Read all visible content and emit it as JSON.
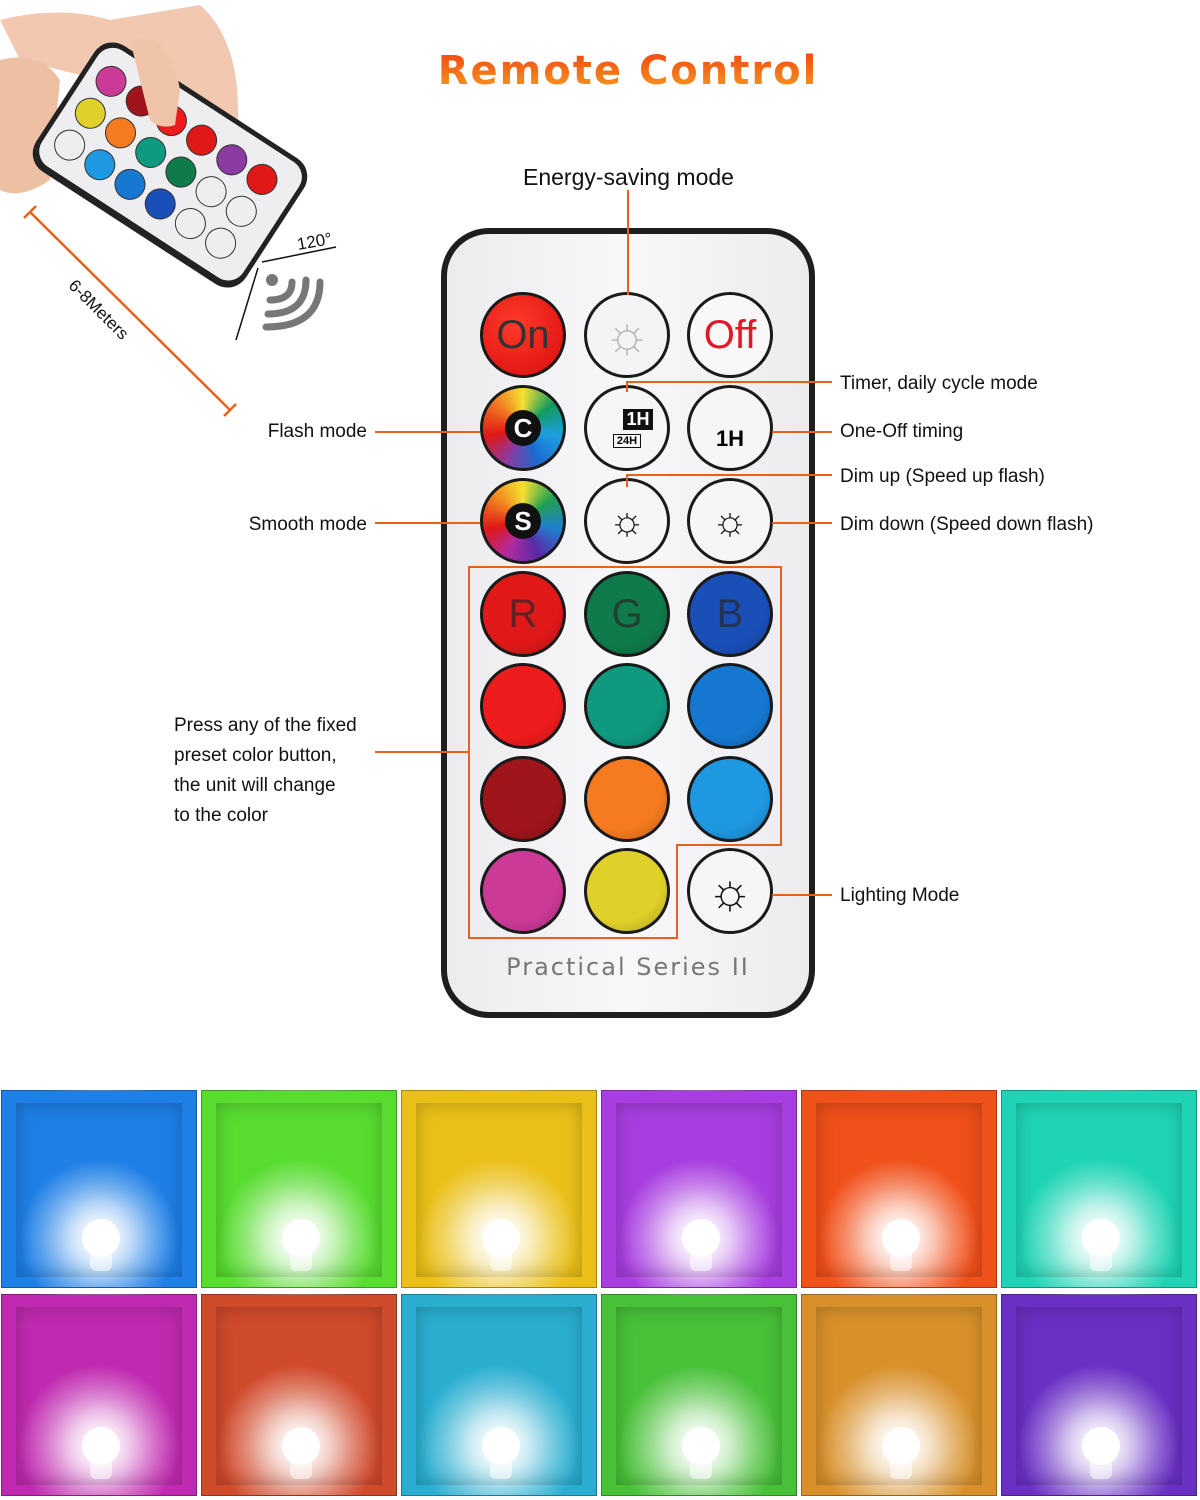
{
  "title": "Remote Control",
  "hero": {
    "range": "6-8Meters",
    "angle": "120°"
  },
  "labels": {
    "energy": "Energy-saving mode",
    "timer": "Timer, daily cycle mode",
    "oneoff": "One-Off timing",
    "dimup": "Dim up (Speed up flash)",
    "dimdown": "Dim down (Speed down flash)",
    "flash": "Flash mode",
    "smooth": "Smooth mode",
    "preset": [
      "Press any of the fixed",
      "preset color button,",
      "the unit will change",
      "to the color"
    ],
    "lighting": "Lighting Mode"
  },
  "remote": {
    "on": "On",
    "off": "Off",
    "flash": "C",
    "smooth": "S",
    "timer_h": "1H",
    "timer_24": "24H",
    "oneoff_h": "1H",
    "brand": "Practical Series II",
    "color_buttons": [
      {
        "label": "R",
        "color": "#e01818"
      },
      {
        "label": "G",
        "color": "#0f7a4a"
      },
      {
        "label": "B",
        "color": "#1a4fb8"
      },
      {
        "label": "",
        "color": "#ee1c1c"
      },
      {
        "label": "",
        "color": "#0f9a80"
      },
      {
        "label": "",
        "color": "#1678d0"
      },
      {
        "label": "",
        "color": "#a0141c"
      },
      {
        "label": "",
        "color": "#f57a20"
      },
      {
        "label": "",
        "color": "#1e98e0"
      },
      {
        "label": "",
        "color": "#cc3a98"
      },
      {
        "label": "",
        "color": "#e0d02a"
      }
    ]
  },
  "swatches": [
    [
      "#1e7fe6",
      "#58dc30",
      "#eac018",
      "#a83ee0",
      "#f0501a",
      "#1fd4b4"
    ],
    [
      "#c02ab0",
      "#d04a2c",
      "#2aaed0",
      "#48c038",
      "#d8902a",
      "#6a30c4"
    ]
  ]
}
